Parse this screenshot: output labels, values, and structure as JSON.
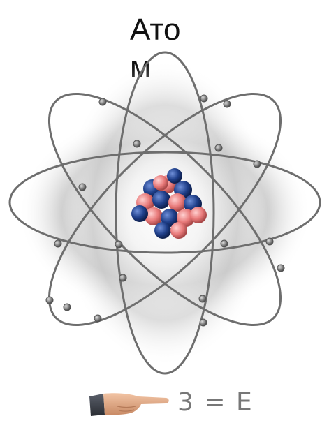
{
  "title": {
    "line1": "Ато",
    "line2": "м"
  },
  "figure": {
    "subject": "atom-illustration-icon",
    "orbit_color": "#6e6e6e",
    "electron_color": "#5a5a5a",
    "proton_color": "#e87a7a",
    "neutron_color": "#1f3f8a"
  },
  "caption": {
    "icon": "pointing-hand-icon",
    "text": "3 = E"
  }
}
